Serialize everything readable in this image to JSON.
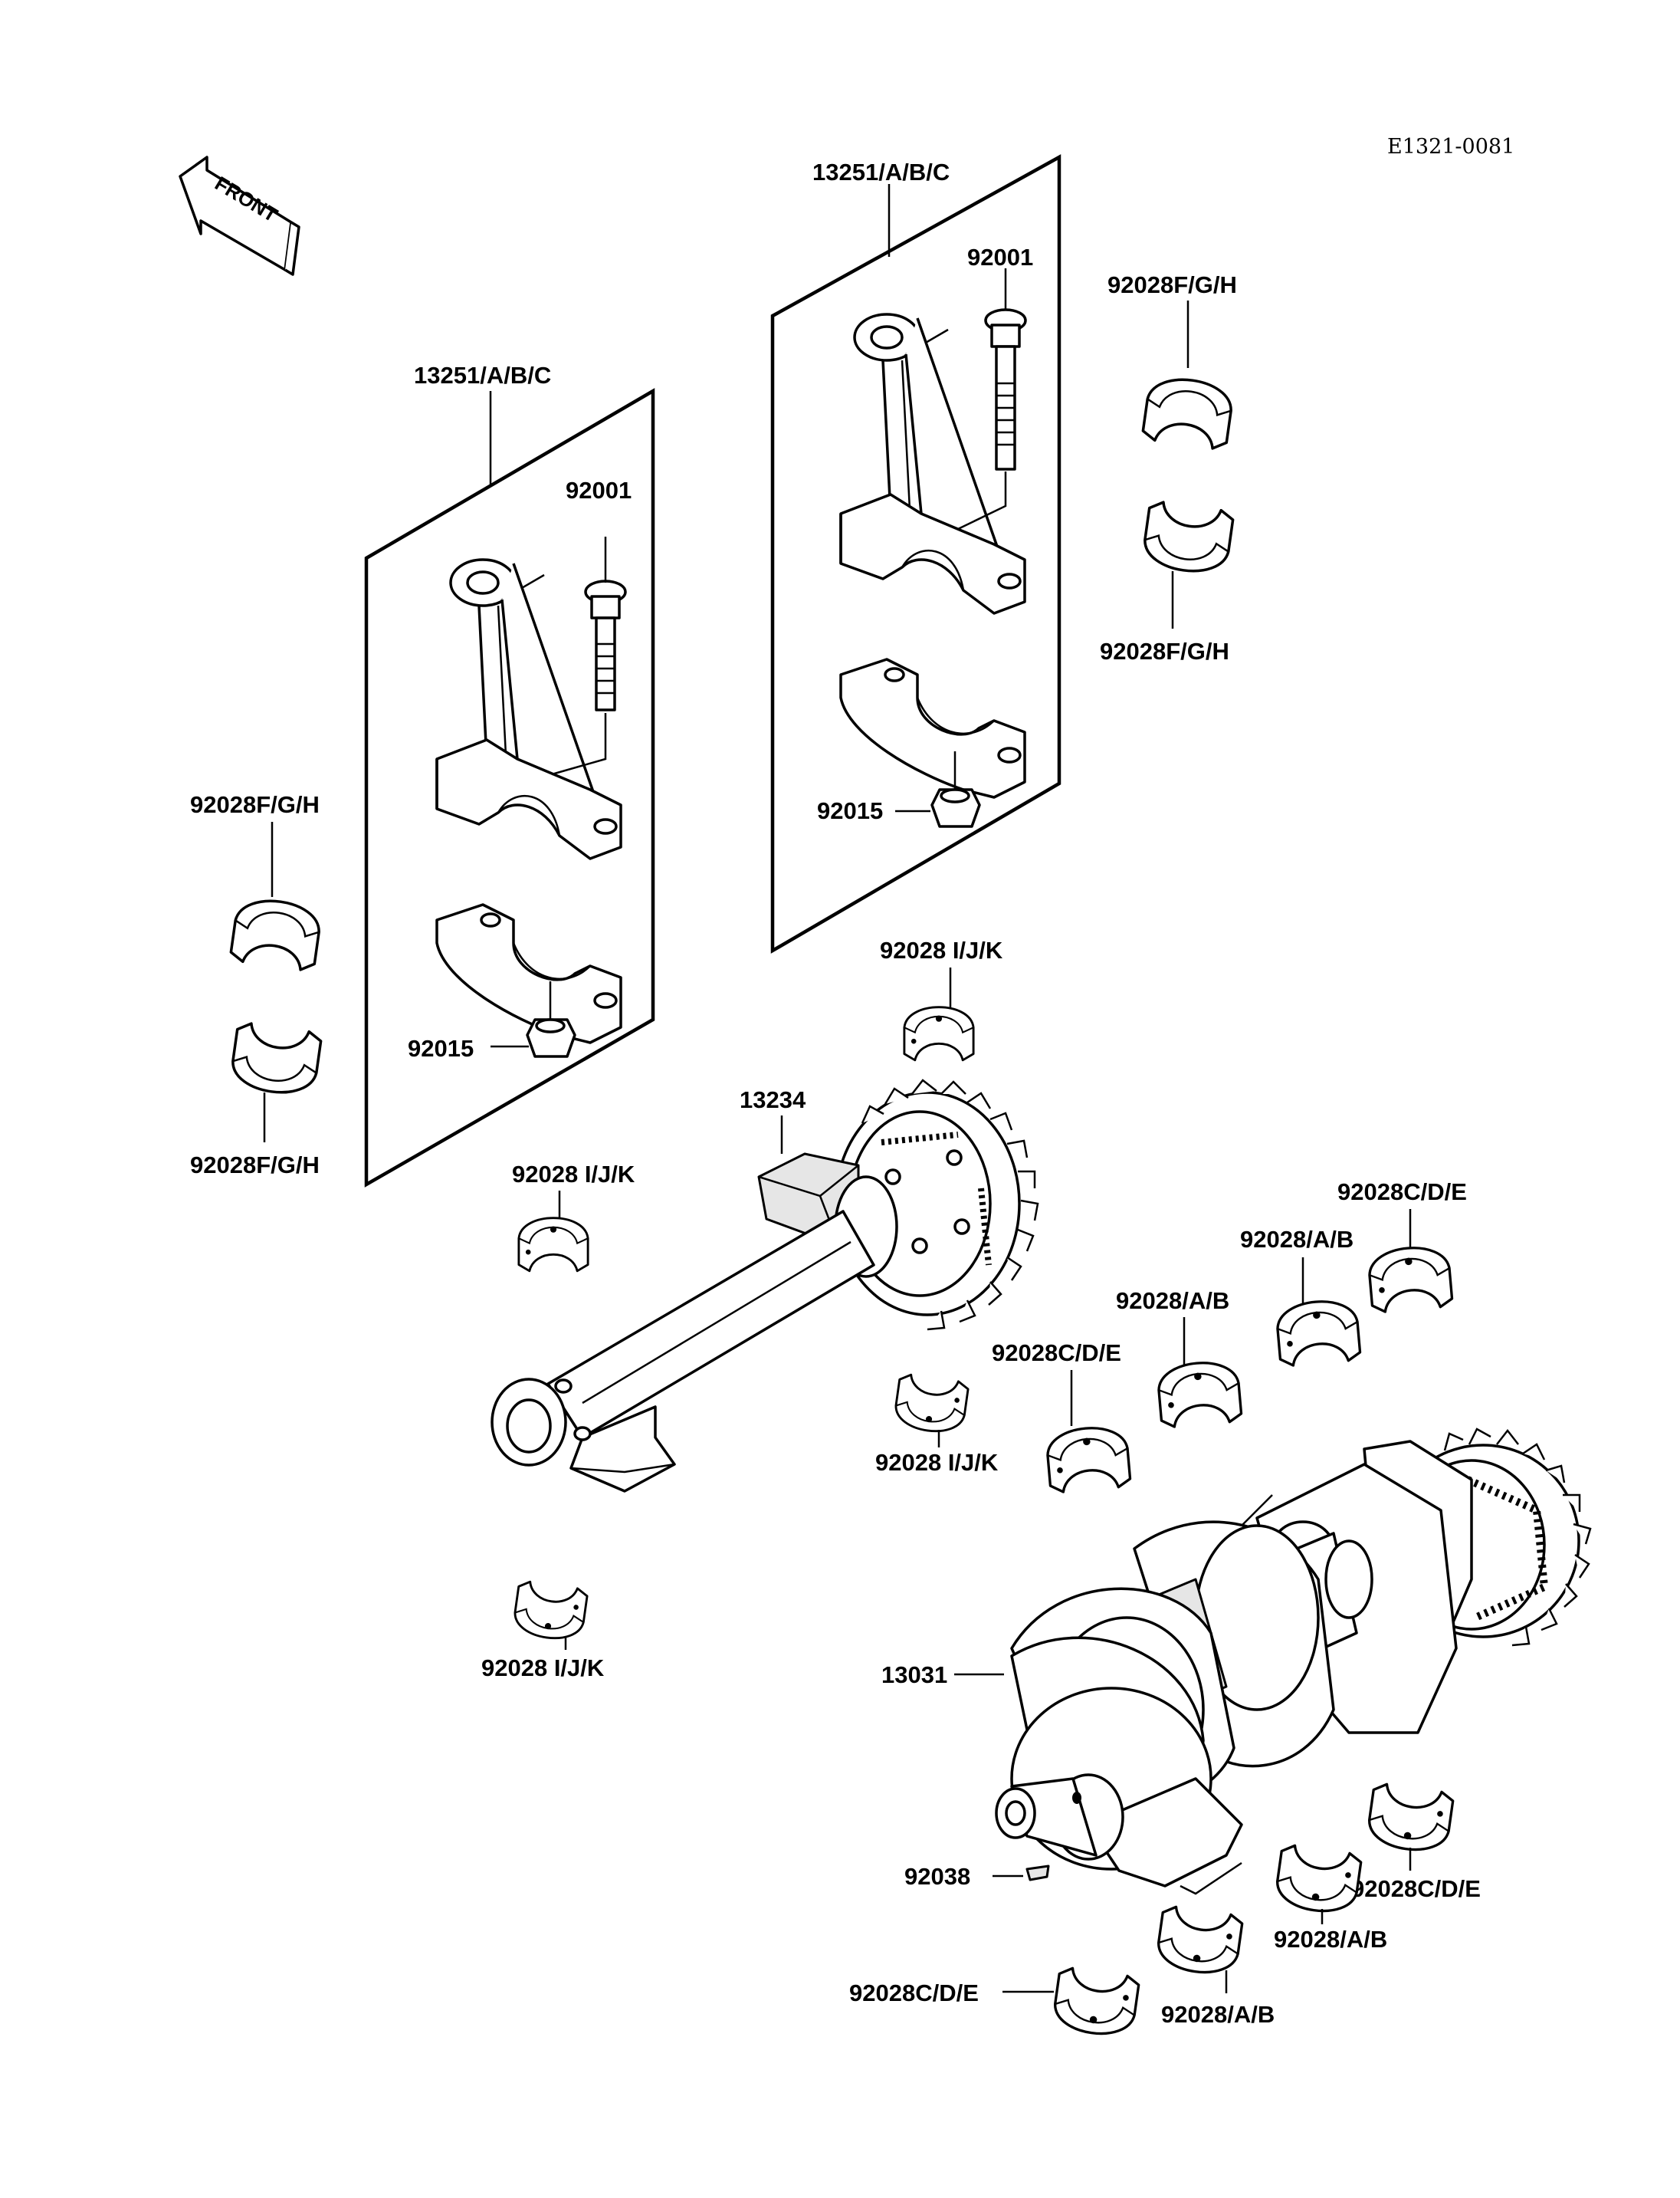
{
  "diagram": {
    "code": "E1321-0081",
    "front_label": "FRONT",
    "labels": {
      "rod_left": "13251/A/B/C",
      "rod_right": "13251/A/B/C",
      "bolt_left": "92001",
      "bolt_right": "92001",
      "nut_left": "92015",
      "nut_right": "92015",
      "brg_fgh_left_top": "92028F/G/H",
      "brg_fgh_left_bottom": "92028F/G/H",
      "brg_fgh_right_top": "92028F/G/H",
      "brg_fgh_right_bottom": "92028F/G/H",
      "brg_ijk_top": "92028 I/J/K",
      "brg_ijk_mid": "92028 I/J/K",
      "brg_ijk_low": "92028 I/J/K",
      "brg_ijk_bottom": "92028 I/J/K",
      "balancer": "13234",
      "crankshaft": "13031",
      "key": "92038",
      "brg_cde_top": "92028C/D/E",
      "brg_ab_top1": "92028/A/B",
      "brg_ab_top2": "92028/A/B",
      "brg_cde_mid": "92028C/D/E",
      "brg_cde_right_low": "92028C/D/E",
      "brg_ab_right_low": "92028/A/B",
      "brg_ab_bottom": "92028/A/B",
      "brg_cde_bottom": "92028C/D/E"
    }
  }
}
